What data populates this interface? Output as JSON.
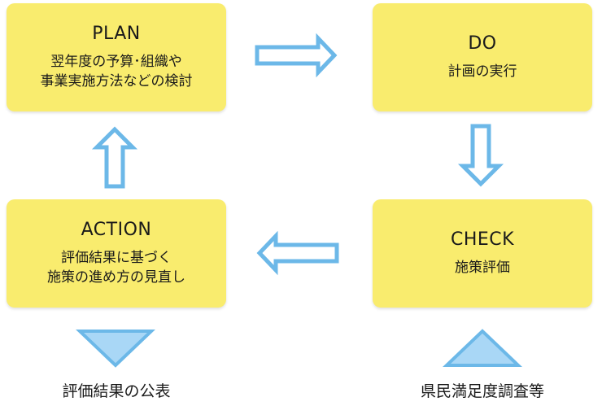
{
  "plan": {
    "title": "PLAN",
    "lines": [
      "翌年度の予算･組織や",
      "事業実施方法などの検討"
    ]
  },
  "do": {
    "title": "DO",
    "lines": [
      "計画の実行"
    ]
  },
  "check": {
    "title": "CHECK",
    "lines": [
      "施策評価"
    ]
  },
  "action": {
    "title": "ACTION",
    "lines": [
      "評価結果に基づく",
      "施策の進め方の見直し"
    ]
  },
  "captions": {
    "left": "評価結果の公表",
    "right": "県民満足度調査等"
  },
  "colors": {
    "box_fill": "#f9ec6e",
    "arrow_stroke": "#6cb8e8",
    "triangle_fill": "#a9d7f6"
  }
}
